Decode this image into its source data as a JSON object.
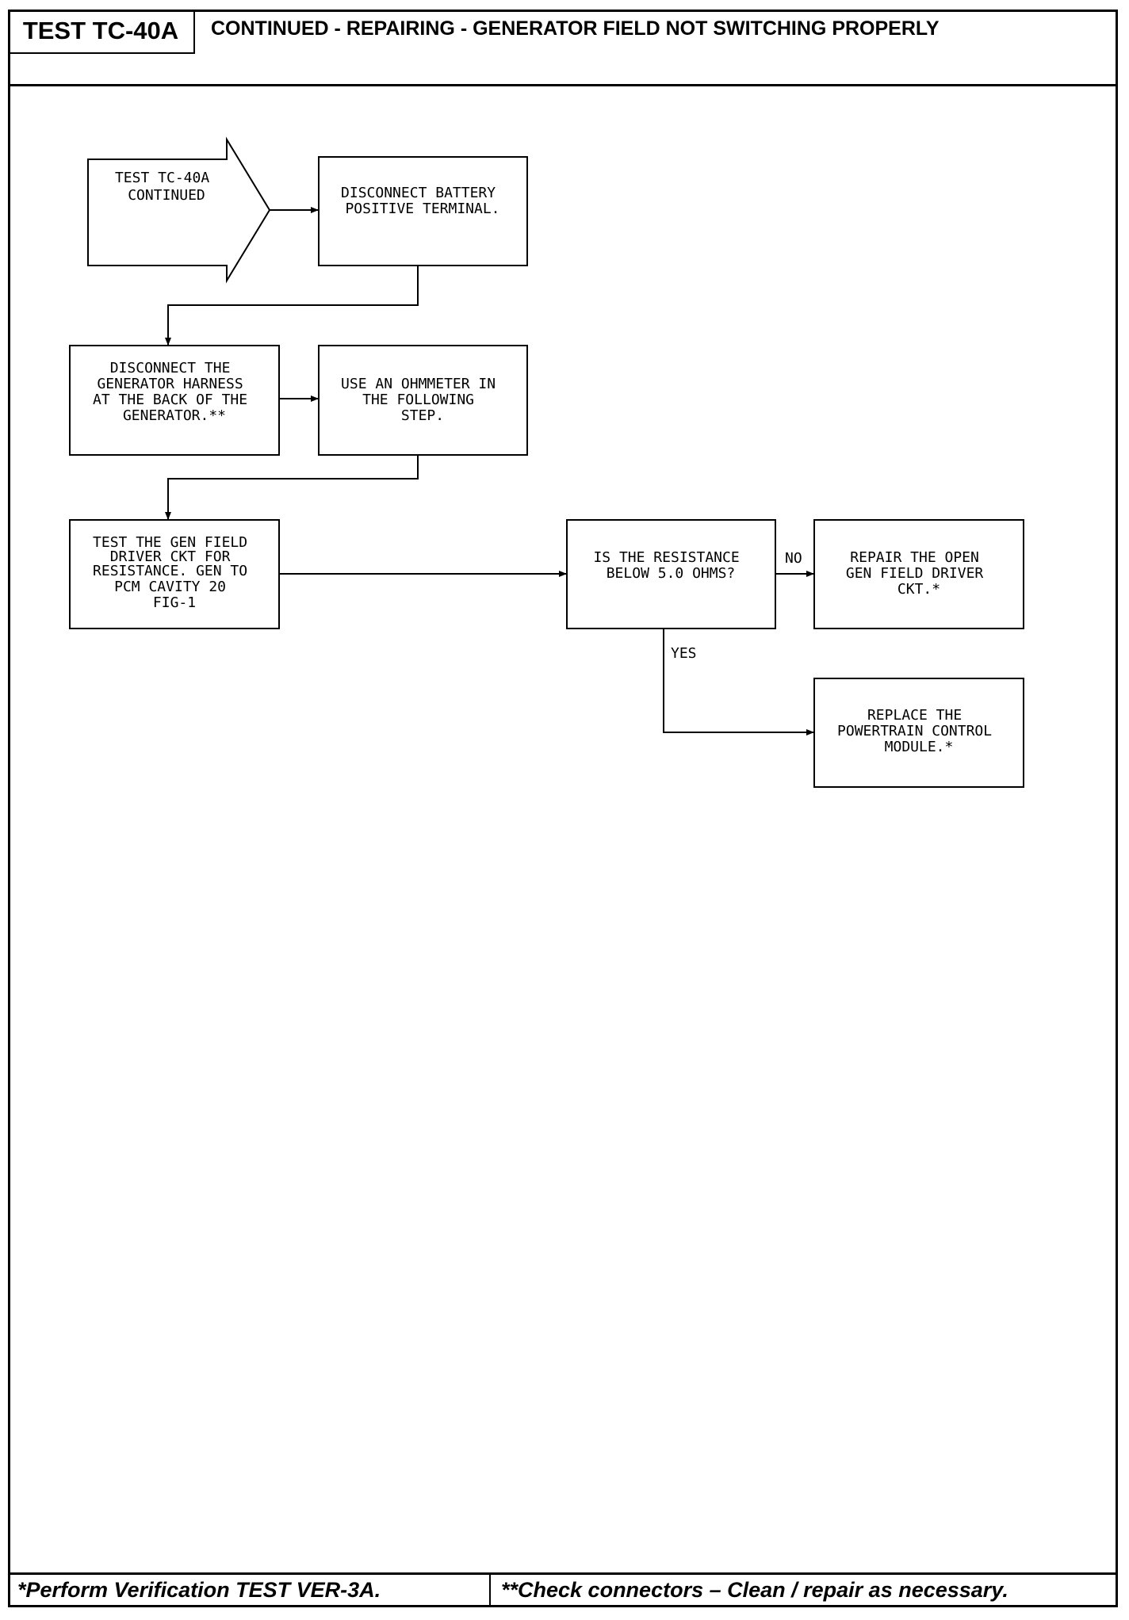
{
  "header": {
    "test_id": "TEST TC-40A",
    "title": "CONTINUED - REPAIRING - GENERATOR FIELD NOT SWITCHING PROPERLY"
  },
  "flowchart": {
    "start": [
      "TEST TC-40A",
      "CONTINUED"
    ],
    "step1": [
      "DISCONNECT BATTERY",
      "POSITIVE TERMINAL."
    ],
    "step2": [
      "DISCONNECT THE",
      "GENERATOR HARNESS",
      "AT THE BACK OF THE",
      "GENERATOR.**"
    ],
    "step3": [
      "USE AN OHMMETER IN",
      "THE FOLLOWING",
      "STEP."
    ],
    "step4": [
      "TEST THE GEN FIELD",
      "DRIVER CKT FOR",
      "RESISTANCE. GEN TO",
      "PCM CAVITY 20",
      "FIG-1"
    ],
    "question": [
      "IS THE RESISTANCE",
      "BELOW 5.0 OHMS?"
    ],
    "no_label": "NO",
    "yes_label": "YES",
    "no_result": [
      "REPAIR THE OPEN",
      "GEN FIELD DRIVER",
      "CKT.*"
    ],
    "yes_result": [
      "REPLACE THE",
      "POWERTRAIN CONTROL",
      "MODULE.*"
    ]
  },
  "footer": {
    "left_note": "*Perform Verification TEST VER-3A.",
    "right_note": "**Check connectors – Clean / repair as necessary."
  }
}
